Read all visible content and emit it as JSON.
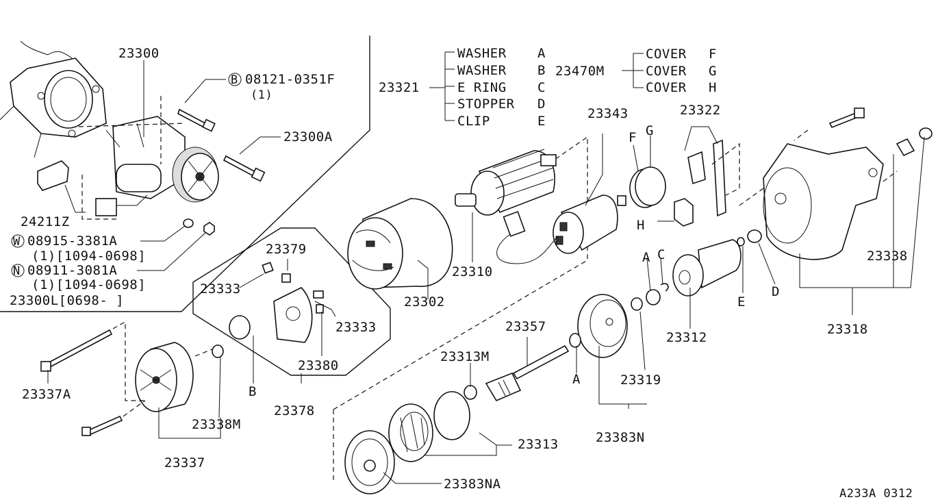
{
  "diagram_id": "A233A 0312",
  "legend_washers": {
    "ref": "23321",
    "items": [
      {
        "name": "WASHER",
        "code": "A"
      },
      {
        "name": "WASHER",
        "code": "B"
      },
      {
        "name": "E RING",
        "code": "C"
      },
      {
        "name": "STOPPER",
        "code": "D"
      },
      {
        "name": "CLIP",
        "code": "E"
      }
    ]
  },
  "legend_covers": {
    "ref": "23470M",
    "items": [
      {
        "name": "COVER",
        "code": "F"
      },
      {
        "name": "COVER",
        "code": "G"
      },
      {
        "name": "COVER",
        "code": "H"
      }
    ]
  },
  "fasteners": {
    "bolt": {
      "symbol": "B",
      "part": "08121-0351F",
      "qty": "(1)"
    },
    "washer": {
      "symbol": "W",
      "part": "08915-3381A",
      "qty": "(1)[1094-0698]"
    },
    "nut": {
      "symbol": "N",
      "part": "08911-3081A",
      "qty": "(1)[1094-0698]"
    }
  },
  "parts": {
    "p23300": "23300",
    "p23300A": "23300A",
    "p24211Z": "24211Z",
    "p23300L": "23300L[0698-      ]",
    "p23343": "23343",
    "p23322": "23322",
    "p23310": "23310",
    "p23302": "23302",
    "p23379": "23379",
    "p23333a": "23333",
    "p23333b": "23333",
    "p23380": "23380",
    "p23378": "23378",
    "p23337A": "23337A",
    "p23338M": "23338M",
    "p23337": "23337",
    "p23357": "23357",
    "p23313M": "23313M",
    "p23313": "23313",
    "p23383NA": "23383NA",
    "p23383N": "23383N",
    "p23319": "23319",
    "p23312": "23312",
    "p23318": "23318",
    "p23338": "23338"
  },
  "letters": {
    "F": "F",
    "G": "G",
    "H": "H",
    "A1": "A",
    "C": "C",
    "E": "E",
    "D": "D",
    "B": "B",
    "A2": "A"
  }
}
